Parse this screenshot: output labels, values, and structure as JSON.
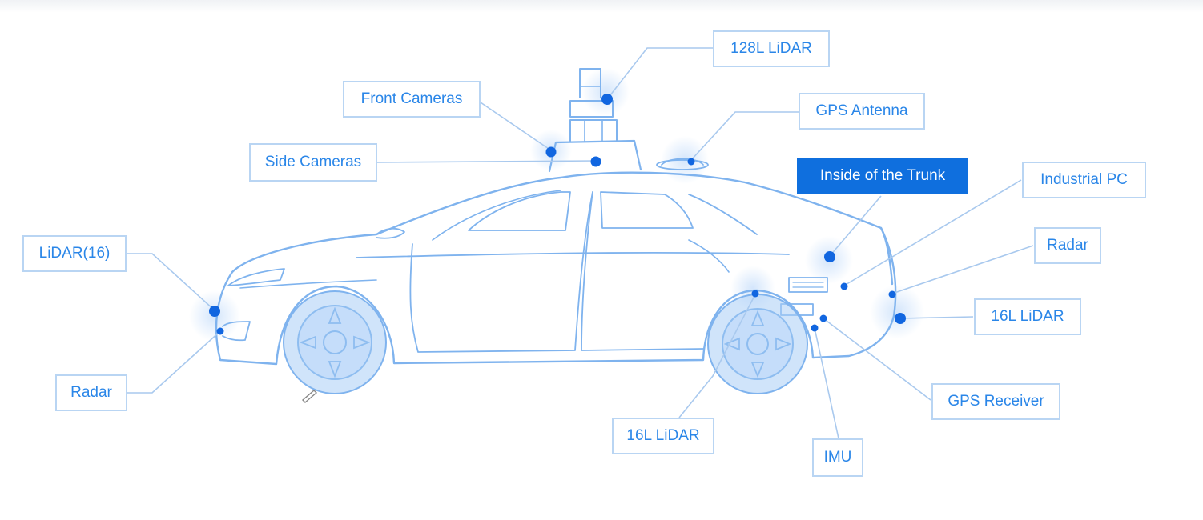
{
  "labels": {
    "lidar128": "128L LiDAR",
    "front_cameras": "Front Cameras",
    "gps_antenna": "GPS Antenna",
    "side_cameras": "Side Cameras",
    "trunk": "Inside of the Trunk",
    "industrial_pc": "Industrial PC",
    "lidar16_front": "LiDAR(16)",
    "radar_rear": "Radar",
    "lidar16_rear": "16L LiDAR",
    "radar_front": "Radar",
    "gps_receiver": "GPS Receiver",
    "lidar16_bottom": "16L LiDAR",
    "imu": "IMU"
  },
  "colors": {
    "outline": "#7fb3ee",
    "dot": "#1166e0",
    "leader": "#a9c9ee",
    "wheel": "#a9cdf6",
    "label_text": "#2a86e8",
    "highlight": "#0f6fde"
  }
}
